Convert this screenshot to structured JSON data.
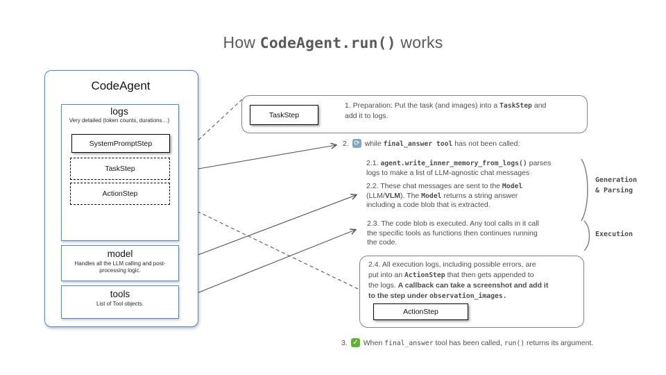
{
  "title": {
    "segments": [
      {
        "t": "How ",
        "s": "n"
      },
      {
        "t": "CodeAgent.run()",
        "s": "m"
      },
      {
        "t": " works",
        "s": "n"
      }
    ]
  },
  "agent_panel": {
    "title": "CodeAgent",
    "logs": {
      "title": "logs",
      "subtitle": "Very detailed (token counts, durations…)",
      "steps": [
        {
          "label": "SystemPromptStep",
          "style": "solid"
        },
        {
          "label": "TaskStep",
          "style": "dashed"
        },
        {
          "label": "ActionStep",
          "style": "dashed"
        }
      ]
    },
    "model": {
      "title": "model",
      "subtitle": "Handles all the LLM calling and post-processing logic."
    },
    "tools": {
      "title": "tools",
      "subtitle": "List of Tool objects."
    }
  },
  "flow": {
    "step1": {
      "box_label": "TaskStep",
      "segments": [
        {
          "t": "1.  Preparation: Put the task (and images) into a ",
          "s": "n"
        },
        {
          "t": "TaskStep",
          "s": "m"
        },
        {
          "t": " and",
          "s": "n"
        },
        {
          "s": "br"
        },
        {
          "t": "add it to logs.",
          "s": "n"
        }
      ]
    },
    "step2": {
      "number": "2.",
      "icon": "repeat-icon",
      "icon_glyph": "⟳",
      "segments": [
        {
          "t": "while ",
          "s": "n"
        },
        {
          "t": "final_answer tool",
          "s": "m"
        },
        {
          "t": "  has not been called:",
          "s": "n"
        }
      ]
    },
    "step21": {
      "segments": [
        {
          "t": "2.1.  ",
          "s": "n"
        },
        {
          "t": "agent.write_inner_memory_from_logs()",
          "s": "m"
        },
        {
          "t": "  parses",
          "s": "n"
        },
        {
          "s": "br"
        },
        {
          "t": "logs to make a list of LLM-agnostic chat messages",
          "s": "n"
        }
      ]
    },
    "step22": {
      "segments": [
        {
          "t": "2.2. These chat messages are sent to the ",
          "s": "n"
        },
        {
          "t": "Model",
          "s": "m"
        },
        {
          "s": "br"
        },
        {
          "t": "(LLM/",
          "s": "n"
        },
        {
          "t": "VLM",
          "s": "b"
        },
        {
          "t": "). The ",
          "s": "n"
        },
        {
          "t": "Model",
          "s": "m"
        },
        {
          "t": "  returns a string answer",
          "s": "n"
        },
        {
          "s": "br"
        },
        {
          "t": "including a code blob that is extracted.",
          "s": "n"
        }
      ]
    },
    "step23": {
      "segments": [
        {
          "t": "2.3. The code blob is executed. Any tool calls in it call",
          "s": "n"
        },
        {
          "s": "br"
        },
        {
          "t": "the specific tools as functions then continues running",
          "s": "n"
        },
        {
          "s": "br"
        },
        {
          "t": "the code.",
          "s": "n"
        }
      ]
    },
    "step24": {
      "box_label": "ActionStep",
      "segments": [
        {
          "t": "2.4. All execution logs, including possible errors, are",
          "s": "n"
        },
        {
          "s": "br"
        },
        {
          "t": "put into an ",
          "s": "n"
        },
        {
          "t": "ActionStep",
          "s": "m"
        },
        {
          "t": " that then gets appended to",
          "s": "n"
        },
        {
          "s": "br"
        },
        {
          "t": "the logs. ",
          "s": "n"
        },
        {
          "t": "A callback can  take a screenshot and add it",
          "s": "b"
        },
        {
          "s": "br"
        },
        {
          "t": "to the step under ",
          "s": "b"
        },
        {
          "t": "observation_images.",
          "s": "m"
        }
      ]
    },
    "step3": {
      "number": "3.",
      "icon": "check-icon",
      "icon_glyph": "✓",
      "segments": [
        {
          "t": "When ",
          "s": "n"
        },
        {
          "t": "final_answer",
          "s": "mn"
        },
        {
          "t": " tool has been called, ",
          "s": "n"
        },
        {
          "t": "run()",
          "s": "mn"
        },
        {
          "t": " returns its argument.",
          "s": "n"
        }
      ]
    }
  },
  "side_labels": {
    "generation_line1": "Generation",
    "generation_line2": "& Parsing",
    "execution": "Execution"
  },
  "colors": {
    "accent_blue": "#4a86e8",
    "border_gray": "#828282",
    "arrow_gray": "#555555",
    "repeat_icon_bg": "#7fa8bd",
    "check_icon_bg": "#5fb236"
  }
}
